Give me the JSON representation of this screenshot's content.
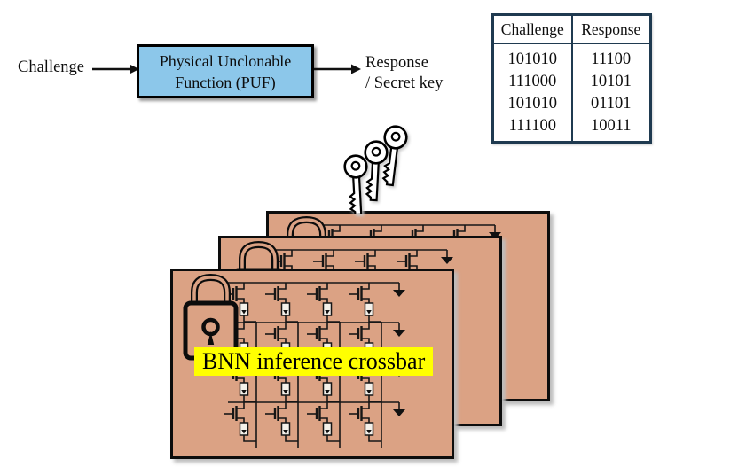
{
  "flow": {
    "input_label": "Challenge",
    "puf_box": {
      "line1": "Physical Unclonable",
      "line2": "Function (PUF)"
    },
    "output": {
      "line1": "Response",
      "line2": "/ Secret key"
    }
  },
  "crp_table": {
    "headers": [
      "Challenge",
      "Response"
    ],
    "rows": [
      [
        "101010",
        "11100"
      ],
      [
        "111000",
        "10101"
      ],
      [
        "101010",
        "01101"
      ],
      [
        "111100",
        "10011"
      ]
    ]
  },
  "crossbar_stack": {
    "front_label": "BNN inference crossbar",
    "card_count": 3,
    "icons": [
      "keys-icon",
      "padlock-icon"
    ]
  },
  "colors": {
    "puf_box_fill": "#8cc7ea",
    "card_fill": "#dba284",
    "highlight": "#ffff00",
    "table_border": "#1f3a50",
    "ink": "#161616",
    "resistor_fill": "#f4f1ea"
  }
}
